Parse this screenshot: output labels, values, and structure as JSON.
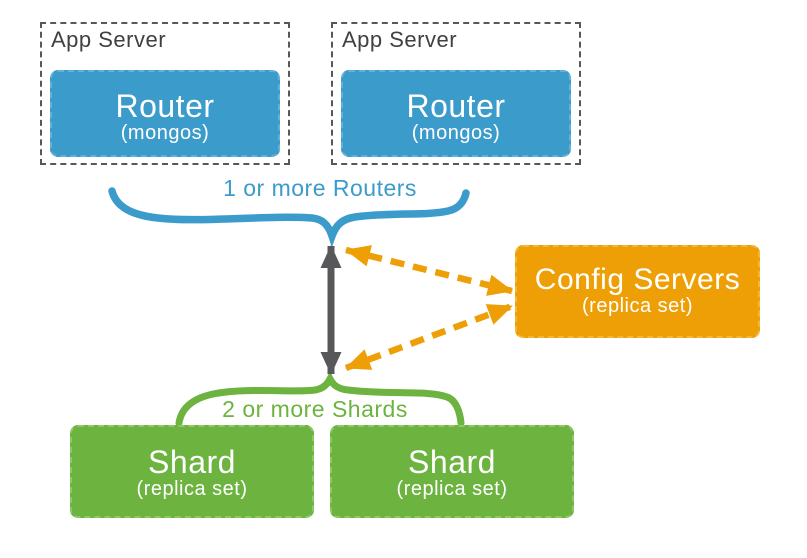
{
  "colors": {
    "blue": "#3B9BCA",
    "blue-light": "#62b1d6",
    "green": "#6CB33F",
    "green-light": "#8cc768",
    "orange": "#EE9F06",
    "orange-light": "#f4b637",
    "gray": "#58585A",
    "text-dark": "#414042"
  },
  "app_servers": [
    {
      "label": "App Server",
      "router_title": "Router",
      "router_subtitle": "(mongos)"
    },
    {
      "label": "App Server",
      "router_title": "Router",
      "router_subtitle": "(mongos)"
    }
  ],
  "annotations": {
    "routers": "1 or more Routers",
    "shards": "2 or more Shards"
  },
  "config_servers": {
    "title": "Config Servers",
    "subtitle": "(replica set)"
  },
  "shards": [
    {
      "title": "Shard",
      "subtitle": "(replica set)"
    },
    {
      "title": "Shard",
      "subtitle": "(replica set)"
    }
  ]
}
